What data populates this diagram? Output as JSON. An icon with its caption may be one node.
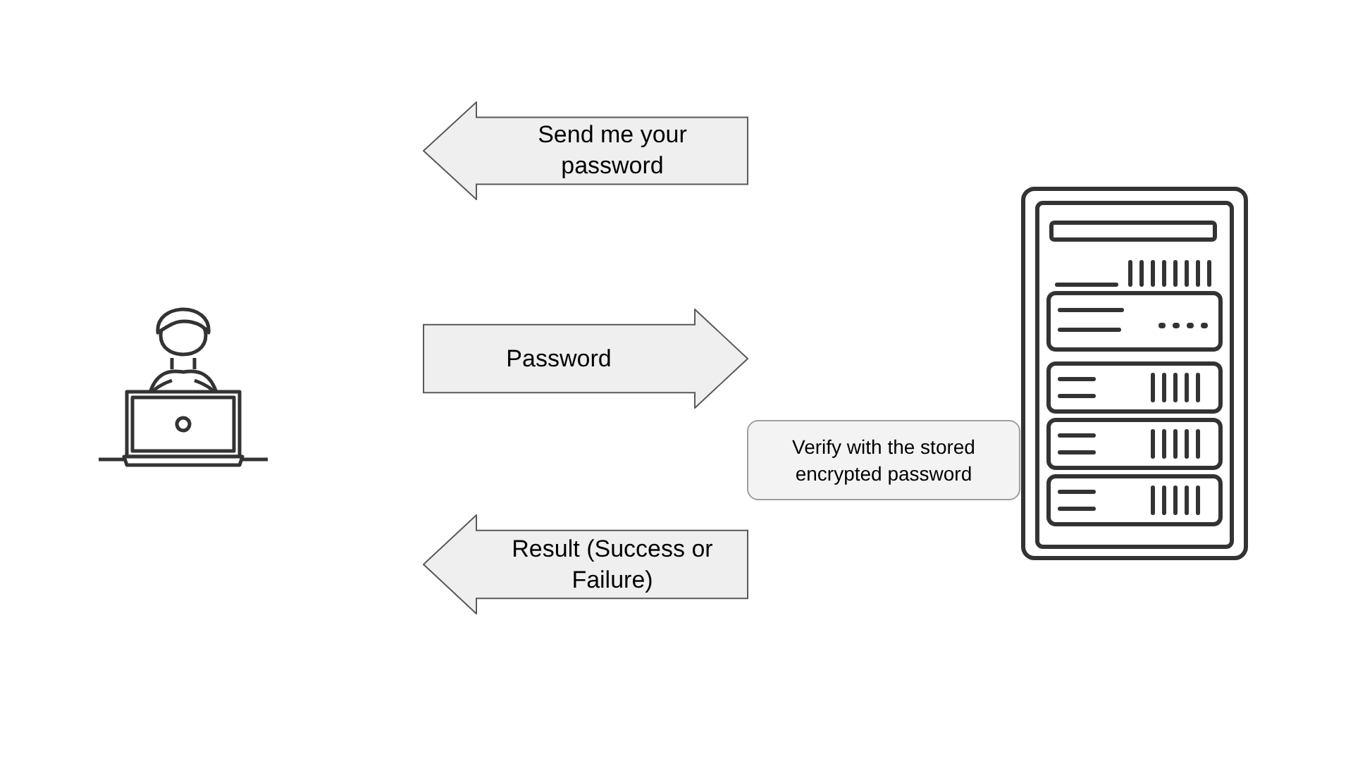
{
  "diagram": {
    "nodes": [
      {
        "text": [],
        "shape": "picture"
      },
      {
        "text": [
          "Send me your password"
        ]
      },
      {
        "text": [
          "Password"
        ]
      },
      {
        "text": [
          "Result (Success or Failure)"
        ]
      },
      {
        "text": [],
        "shape": "picture"
      },
      {
        "text": [
          "Verify with the stored encrypted password"
        ]
      }
    ]
  }
}
